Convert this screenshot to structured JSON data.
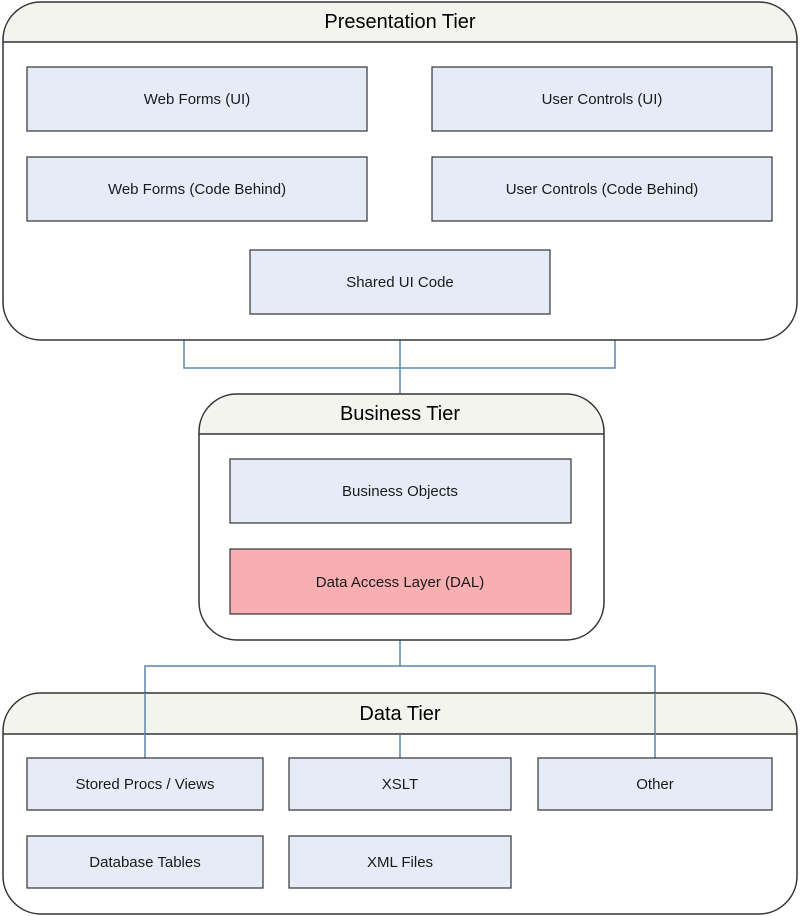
{
  "tiers": {
    "presentation": {
      "title": "Presentation Tier"
    },
    "business": {
      "title": "Business Tier"
    },
    "data": {
      "title": "Data Tier"
    }
  },
  "boxes": {
    "web_forms_ui": "Web Forms (UI)",
    "user_controls_ui": "User Controls (UI)",
    "web_forms_code_behind": "Web Forms (Code Behind)",
    "user_controls_code_behind": "User Controls (Code Behind)",
    "shared_ui_code": "Shared UI Code",
    "business_objects": "Business Objects",
    "data_access_layer": "Data Access Layer (DAL)",
    "stored_procs_views": "Stored Procs / Views",
    "xslt": "XSLT",
    "other": "Other",
    "database_tables": "Database Tables",
    "xml_files": "XML Files"
  },
  "colors": {
    "box_fill": "#e6ecf7",
    "highlight_fill": "#f9aeb1",
    "tier_header_fill": "#f4f4ee",
    "connector": "#5b87ad",
    "border": "#333333"
  }
}
